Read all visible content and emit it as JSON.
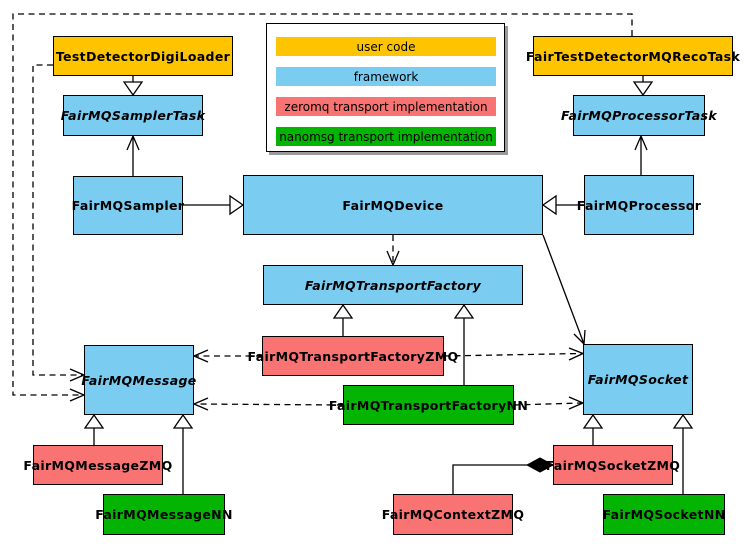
{
  "colors": {
    "user_code": "#FEC400",
    "framework": "#7BCCF1",
    "zeromq": "#F97373",
    "nanomsg": "#03B403"
  },
  "legend": {
    "items": [
      {
        "label": "user code",
        "category": "user_code"
      },
      {
        "label": "framework",
        "category": "framework"
      },
      {
        "label": "zeromq transport implementation",
        "category": "zeromq"
      },
      {
        "label": "nanomsg transport implementation",
        "category": "nanomsg"
      }
    ]
  },
  "nodes": {
    "test_detector_digi_loader": {
      "label": "TestDetectorDigiLoader",
      "category": "user_code",
      "abstract": false
    },
    "fair_test_detector_mq_reco_task": {
      "label": "FairTestDetectorMQRecoTask",
      "category": "user_code",
      "abstract": false
    },
    "fair_mq_sampler_task": {
      "label": "FairMQSamplerTask",
      "category": "framework",
      "abstract": true
    },
    "fair_mq_processor_task": {
      "label": "FairMQProcessorTask",
      "category": "framework",
      "abstract": true
    },
    "fair_mq_sampler": {
      "label": "FairMQSampler",
      "category": "framework",
      "abstract": false
    },
    "fair_mq_device": {
      "label": "FairMQDevice",
      "category": "framework",
      "abstract": false
    },
    "fair_mq_processor": {
      "label": "FairMQProcessor",
      "category": "framework",
      "abstract": false
    },
    "fair_mq_transport_factory": {
      "label": "FairMQTransportFactory",
      "category": "framework",
      "abstract": true
    },
    "fair_mq_transport_factory_zmq": {
      "label": "FairMQTransportFactoryZMQ",
      "category": "zeromq",
      "abstract": false
    },
    "fair_mq_transport_factory_nn": {
      "label": "FairMQTransportFactoryNN",
      "category": "nanomsg",
      "abstract": false
    },
    "fair_mq_message": {
      "label": "FairMQMessage",
      "category": "framework",
      "abstract": true
    },
    "fair_mq_socket": {
      "label": "FairMQSocket",
      "category": "framework",
      "abstract": true
    },
    "fair_mq_message_zmq": {
      "label": "FairMQMessageZMQ",
      "category": "zeromq",
      "abstract": false
    },
    "fair_mq_message_nn": {
      "label": "FairMQMessageNN",
      "category": "nanomsg",
      "abstract": false
    },
    "fair_mq_socket_zmq": {
      "label": "FairMQSocketZMQ",
      "category": "zeromq",
      "abstract": false
    },
    "fair_mq_socket_nn": {
      "label": "FairMQSocketNN",
      "category": "nanomsg",
      "abstract": false
    },
    "fair_mq_context_zmq": {
      "label": "FairMQContextZMQ",
      "category": "zeromq",
      "abstract": false
    }
  },
  "edges": [
    {
      "from": "TestDetectorDigiLoader",
      "to": "FairMQSamplerTask",
      "type": "inheritance"
    },
    {
      "from": "FairTestDetectorMQRecoTask",
      "to": "FairMQProcessorTask",
      "type": "inheritance"
    },
    {
      "from": "FairMQSampler",
      "to": "FairMQDevice",
      "type": "inheritance"
    },
    {
      "from": "FairMQProcessor",
      "to": "FairMQDevice",
      "type": "inheritance"
    },
    {
      "from": "FairMQTransportFactoryZMQ",
      "to": "FairMQTransportFactory",
      "type": "inheritance"
    },
    {
      "from": "FairMQTransportFactoryNN",
      "to": "FairMQTransportFactory",
      "type": "inheritance"
    },
    {
      "from": "FairMQMessageZMQ",
      "to": "FairMQMessage",
      "type": "inheritance"
    },
    {
      "from": "FairMQMessageNN",
      "to": "FairMQMessage",
      "type": "inheritance"
    },
    {
      "from": "FairMQSocketZMQ",
      "to": "FairMQSocket",
      "type": "inheritance"
    },
    {
      "from": "FairMQSocketNN",
      "to": "FairMQSocket",
      "type": "inheritance"
    },
    {
      "from": "FairMQSampler",
      "to": "FairMQSamplerTask",
      "type": "association"
    },
    {
      "from": "FairMQProcessor",
      "to": "FairMQProcessorTask",
      "type": "association"
    },
    {
      "from": "FairMQDevice",
      "to": "FairMQSocket",
      "type": "association"
    },
    {
      "from": "FairMQDevice",
      "to": "FairMQTransportFactory",
      "type": "dependency"
    },
    {
      "from": "FairMQTransportFactoryZMQ",
      "to": "FairMQMessage",
      "type": "dependency"
    },
    {
      "from": "FairMQTransportFactoryZMQ",
      "to": "FairMQSocket",
      "type": "dependency"
    },
    {
      "from": "FairMQTransportFactoryNN",
      "to": "FairMQMessage",
      "type": "dependency"
    },
    {
      "from": "FairMQTransportFactoryNN",
      "to": "FairMQSocket",
      "type": "dependency"
    },
    {
      "from": "TestDetectorDigiLoader",
      "to": "FairMQMessage",
      "type": "dependency"
    },
    {
      "from": "FairTestDetectorMQRecoTask",
      "to": "FairMQMessage",
      "type": "dependency"
    },
    {
      "from": "FairMQContextZMQ",
      "to": "FairMQSocketZMQ",
      "type": "composition"
    }
  ]
}
